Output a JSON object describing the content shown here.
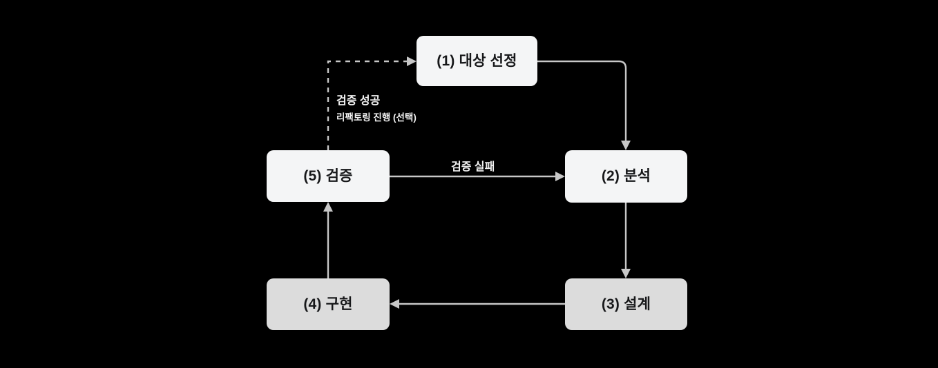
{
  "diagram": {
    "title_text": "",
    "background_color": "#000000",
    "node_fill_light": "#f4f5f6",
    "node_fill_gray": "#dcdcdc",
    "edge_color": "#c7c7c7",
    "label_color": "#f2f2f2",
    "nodes": [
      {
        "id": "step1",
        "label": "(1) 대상 선정",
        "fill": "light"
      },
      {
        "id": "step2",
        "label": "(2) 분석",
        "fill": "light"
      },
      {
        "id": "step3",
        "label": "(3) 설계",
        "fill": "gray"
      },
      {
        "id": "step4",
        "label": "(4) 구현",
        "fill": "gray"
      },
      {
        "id": "step5",
        "label": "(5) 검증",
        "fill": "light"
      }
    ],
    "edges": [
      {
        "id": "e1",
        "from": "step1",
        "to": "step2",
        "label": "",
        "style": "solid"
      },
      {
        "id": "e2",
        "from": "step2",
        "to": "step3",
        "label": "",
        "style": "solid"
      },
      {
        "id": "e3",
        "from": "step3",
        "to": "step4",
        "label": "",
        "style": "solid"
      },
      {
        "id": "e4",
        "from": "step4",
        "to": "step5",
        "label": "",
        "style": "solid"
      },
      {
        "id": "e5",
        "from": "step5",
        "to": "step2",
        "label": "검증 실패",
        "style": "solid"
      },
      {
        "id": "e6",
        "from": "step5",
        "to": "step1",
        "label": "검증 성공",
        "sublabel": "리팩토링 진행 (선택)",
        "style": "dashed"
      }
    ],
    "labels": {
      "success_main": "검증 성공",
      "success_sub": "리팩토링 진행 (선택)",
      "failure_main": "검증 실패"
    }
  }
}
